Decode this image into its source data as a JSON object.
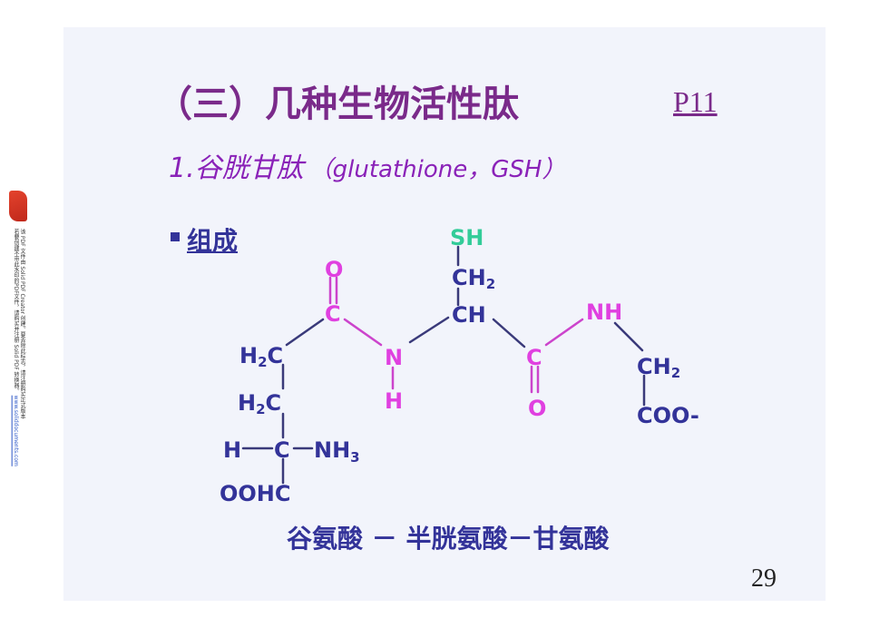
{
  "watermark": {
    "logo_name": "pdf-tool-logo",
    "line1": "该 PDF 文件由 Solid PDF Creator 创建。要去除此标志，请注册购买正式版本",
    "line2": "若要创建不带此水印的PDF文件，请购买并注册 Solid PDF 转换器。",
    "link": "www.soliddocuments.com"
  },
  "slide": {
    "title": "（三）几种生物活性肽",
    "page_ref": "P11",
    "subtitle_main": "1.谷胱甘肽",
    "subtitle_paren": "（glutathione，GSH）",
    "section_label": "组成",
    "caption": "谷氨酸 － 半胱氨酸－甘氨酸",
    "page_number": "29"
  },
  "structure": {
    "colors": {
      "bond_navy": "#3a3a7a",
      "bond_magenta": "#cc44cc",
      "magenta": "#e040e0",
      "navy": "#333399",
      "green": "#33cc99"
    },
    "labels": {
      "sh": "SH",
      "ch2_top": "CH",
      "ch2_top_sub": "2",
      "o_left": "O",
      "c_left": "C",
      "ch_mid": "CH",
      "nh_right": "NH",
      "h2c_upper": "H",
      "h2c_upper_sub": "2",
      "h2c_upper_c": "C",
      "n_mid": "N",
      "c_right": "C",
      "ch2_right": "CH",
      "ch2_right_sub": "2",
      "h2c_lower": "H",
      "h2c_lower_sub": "2",
      "h2c_lower_c": "C",
      "h_mid": "H",
      "o_right": "O",
      "coo": "COO-",
      "h_alpha": "H",
      "c_alpha": "C",
      "nh3": "NH",
      "nh3_sub": "3",
      "oohc": "OOHC"
    }
  }
}
